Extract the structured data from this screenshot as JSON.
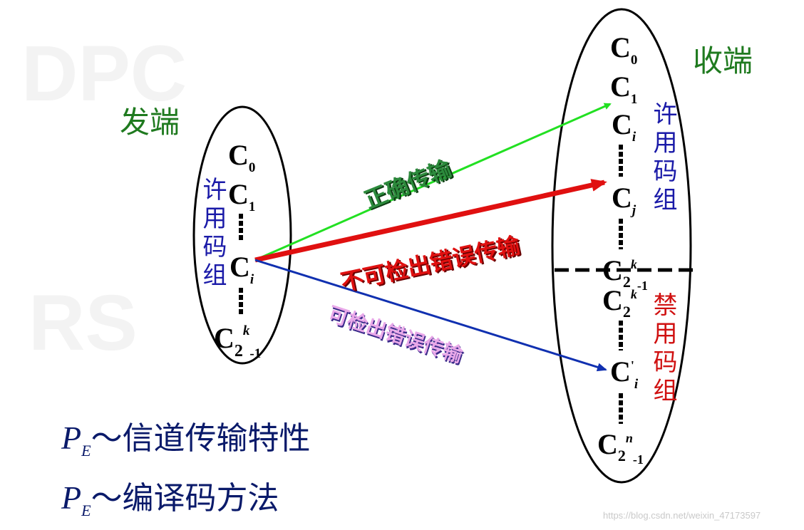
{
  "sender": {
    "title": "发端",
    "group_label": "许用码组",
    "codes": [
      "C0",
      "C1",
      "Ci",
      "C2k-1"
    ]
  },
  "receiver": {
    "title": "收端",
    "allowed_label": "许用码组",
    "forbidden_label": "禁用码组",
    "codes": [
      "C0",
      "C1",
      "Ci",
      "Cj",
      "C2k-1",
      "C2k",
      "Ci'",
      "C2n-1"
    ]
  },
  "transmissions": {
    "correct": "正确传输",
    "undetectable": "不可检出错误传输",
    "detectable": "可检出错误传输"
  },
  "formulas": [
    {
      "symbol": "P",
      "subscript": "E",
      "text": "～信道传输特性"
    },
    {
      "symbol": "P",
      "subscript": "E",
      "text": "～编译码方法"
    }
  ],
  "watermark": "https://blog.csdn.net/weixin_47173597",
  "colors": {
    "title_green": "#1f7a1f",
    "group_blue": "#1a1aa8",
    "forbidden_red": "#d01010",
    "arrow_green": "#22e022",
    "arrow_red": "#e01010",
    "arrow_blue": "#1030b0"
  }
}
